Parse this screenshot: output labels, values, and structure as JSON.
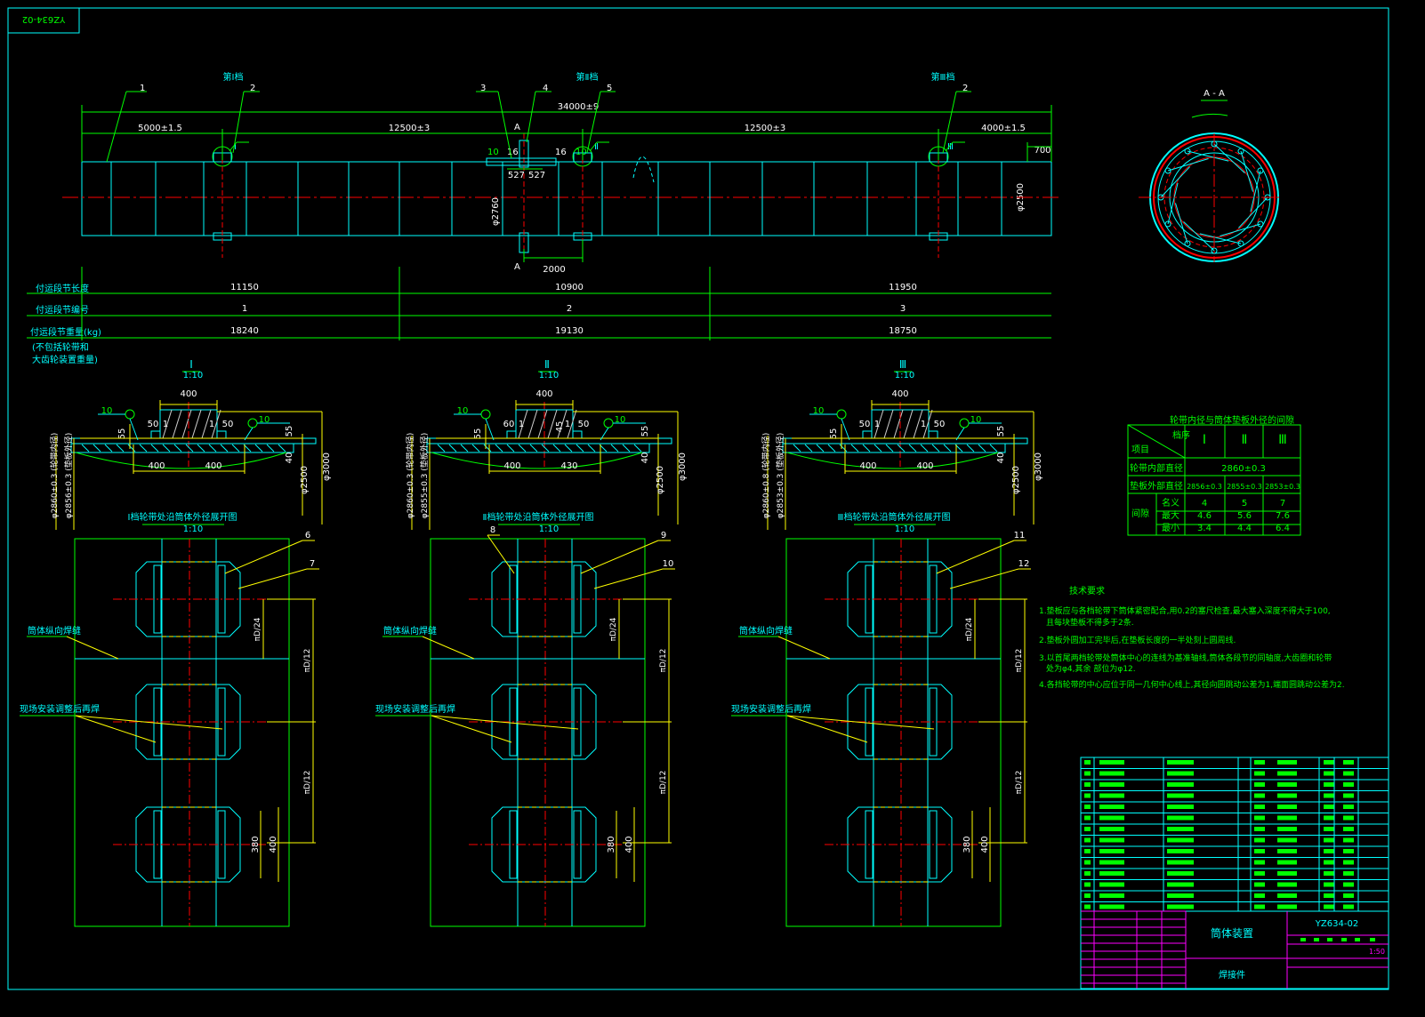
{
  "drawing_number": "YZ634-02",
  "colors": {
    "background": "#000000",
    "outline": "#00ffff",
    "dimension": "#00ff00",
    "centerline": "#ff0000",
    "detail_dim": "#ffff00",
    "title_block": "#ff00ff",
    "text": "#ffffff"
  },
  "main_view": {
    "stations": [
      "第Ⅰ档",
      "第Ⅱ档",
      "第Ⅲ档"
    ],
    "part_labels": [
      "1",
      "2",
      "3",
      "4",
      "5",
      "2"
    ],
    "detail_marks": [
      "Ⅰ",
      "Ⅱ",
      "Ⅲ"
    ],
    "overall_length": "34000±9",
    "spans": [
      "5000±1.5",
      "12500±3",
      "12500±3",
      "4000±1.5"
    ],
    "end_dim": "700",
    "diameter_gear": "φ2760",
    "diameter_shell": "φ2500",
    "gear_dims": [
      "527",
      "527"
    ],
    "gear_offset": "2000",
    "weld_sizes": [
      "16",
      "16"
    ],
    "weld_symbols": [
      "10",
      "10"
    ],
    "section_mark": "A"
  },
  "segment_table": {
    "rows": [
      {
        "label": "付运段节长度",
        "values": [
          "11150",
          "10900",
          "11950"
        ]
      },
      {
        "label": "付运段节编号",
        "values": [
          "1",
          "2",
          "3"
        ]
      },
      {
        "label": "付运段节重量(kg)",
        "values": [
          "18240",
          "19130",
          "18750"
        ]
      }
    ],
    "note_line1": "(不包括轮带和",
    "note_line2": "大齿轮装置重量)"
  },
  "section_view": {
    "title": "A - A"
  },
  "details": [
    {
      "mark": "Ⅰ",
      "scale": "1:10",
      "top": "400",
      "left_gap": "50",
      "right_gap": "50",
      "slope_l": "1",
      "slope_r": "1",
      "mid": "",
      "h": "55",
      "bottom_l": "400",
      "bottom_r": "400",
      "weld": "10",
      "d_tire": "φ2860±0.3 (轮带内径)",
      "d_pad": "φ2856±0.3 (垫板外径)",
      "t1": "55",
      "t2": "40",
      "d_shell": "φ2500",
      "d_out": "φ3000",
      "dev_title": "Ⅰ档轮带处沿筒体外径展开图",
      "dev_scale": "1:10",
      "parts": [
        "6",
        "7"
      ]
    },
    {
      "mark": "Ⅱ",
      "scale": "1:10",
      "top": "400",
      "left_gap": "60",
      "right_gap": "50",
      "slope_l": "1",
      "slope_r": "1",
      "mid": "45",
      "h": "55",
      "bottom_l": "400",
      "bottom_r": "430",
      "weld": "10",
      "d_tire": "φ2860±0.3 (轮带内径)",
      "d_pad": "φ2855±0.3 (垫板外径)",
      "t1": "55",
      "t2": "40",
      "d_shell": "φ2500",
      "d_out": "φ3000",
      "dev_title": "Ⅱ档轮带处沿筒体外径展开图",
      "dev_scale": "1:10",
      "parts": [
        "8",
        "9",
        "10"
      ]
    },
    {
      "mark": "Ⅲ",
      "scale": "1:10",
      "top": "400",
      "left_gap": "50",
      "right_gap": "50",
      "slope_l": "1",
      "slope_r": "1",
      "mid": "",
      "h": "55",
      "bottom_l": "400",
      "bottom_r": "400",
      "weld": "10",
      "d_tire": "φ2860±0.8 (轮带内径)",
      "d_pad": "φ2853±0.3 (垫板外径)",
      "t1": "55",
      "t2": "40",
      "d_shell": "φ2500",
      "d_out": "φ3000",
      "dev_title": "Ⅲ档轮带处沿筒体外径展开图",
      "dev_scale": "1:10",
      "parts": [
        "11",
        "12"
      ]
    }
  ],
  "development_labels": {
    "seam": "筒体纵向焊缝",
    "field_weld": "现场安装调整后再焊",
    "dim_a": "πD/24",
    "dim_b": "πD/12",
    "dim_c": "πD/12",
    "dim_d": "380",
    "dim_e": "400"
  },
  "clearance_table": {
    "title": "轮带内径与筒体垫板外径的间隙",
    "corner_top": "档序",
    "corner_bottom": "项目",
    "columns": [
      "Ⅰ",
      "Ⅱ",
      "Ⅲ"
    ],
    "tire_label": "轮带内部直径",
    "tire_value": "2860±0.3",
    "pad_label": "垫板外部直径",
    "pad_values": [
      "2856±0.3",
      "2855±0.3",
      "2853±0.3"
    ],
    "gap_label": "间隙",
    "gap_rows": [
      {
        "label": "名义",
        "values": [
          "4",
          "5",
          "7"
        ]
      },
      {
        "label": "最大",
        "values": [
          "4.6",
          "5.6",
          "7.6"
        ]
      },
      {
        "label": "最小",
        "values": [
          "3.4",
          "4.4",
          "6.4"
        ]
      }
    ]
  },
  "tech_requirements": {
    "title": "技术要求",
    "items": [
      "1.垫板应与各档轮带下筒体紧密配合,用0.2的塞尺检查,最大塞入深度不得大于100,",
      "且每块垫板不得多于2条.",
      "2.垫板外圆加工完毕后,在垫板长度的一半处刻上圆周线.",
      "3.以首尾两档轮带处筒体中心的连线为基准轴线,筒体各段节的同轴度,大齿圈和轮带",
      "处为φ4,其余 部位为φ12.",
      "4.各挡轮带的中心应位于同一几何中心线上,其径向圆跳动公差为1,端面圆跳动公差为2."
    ]
  },
  "title_block": {
    "name": "筒体装置",
    "type": "焊接件",
    "number": "YZ634-02",
    "scale": "1:50"
  }
}
